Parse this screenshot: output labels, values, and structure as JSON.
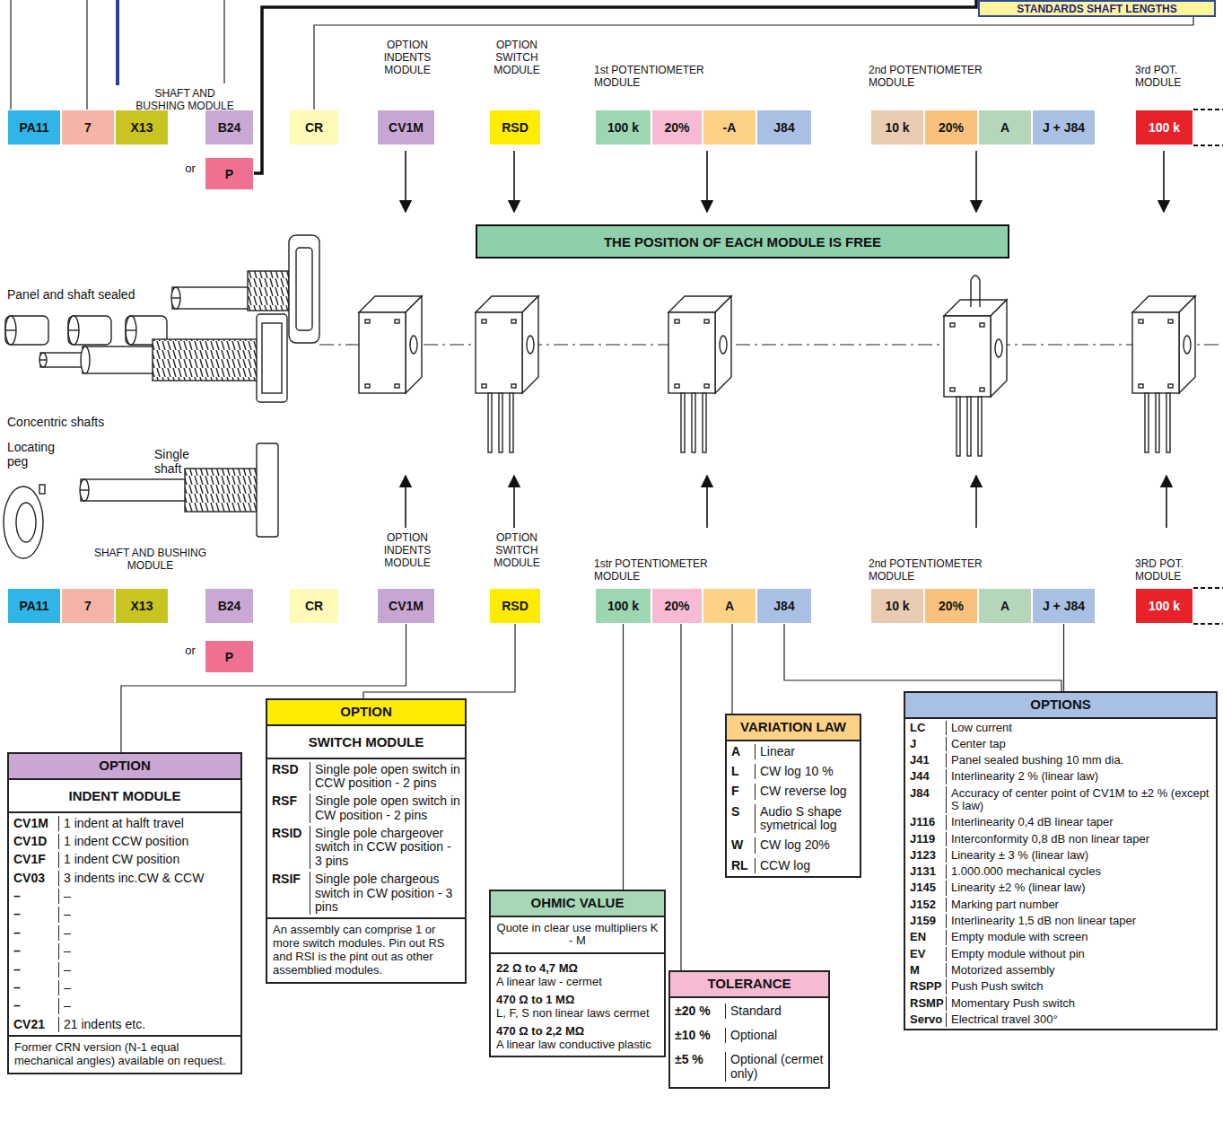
{
  "diagram": {
    "nodes": [
      {
        "text": [
          "STANDARDS SHAFT LENGTHS"
        ]
      },
      {
        "text": [
          "PA11"
        ]
      },
      {
        "text": [
          "7"
        ]
      },
      {
        "text": [
          "X13"
        ]
      },
      {
        "text": [
          "B24"
        ]
      },
      {
        "text": [
          "P"
        ]
      },
      {
        "text": [
          "CR"
        ]
      },
      {
        "text": [
          "CV1M"
        ]
      },
      {
        "text": [
          "RSD"
        ]
      },
      {
        "text": [
          "100 k"
        ]
      },
      {
        "text": [
          "20%"
        ]
      },
      {
        "text": [
          "-A"
        ]
      },
      {
        "text": [
          "J84"
        ]
      },
      {
        "text": [
          "10 k"
        ]
      },
      {
        "text": [
          "20%"
        ]
      },
      {
        "text": [
          "A"
        ]
      },
      {
        "text": [
          "J + J84"
        ]
      },
      {
        "text": [
          "100 k"
        ]
      },
      {
        "text": [
          "THE POSITION OF EACH MODULE IS FREE"
        ]
      },
      {
        "text": [
          "PA11"
        ]
      },
      {
        "text": [
          "7"
        ]
      },
      {
        "text": [
          "X13"
        ]
      },
      {
        "text": [
          "B24"
        ]
      },
      {
        "text": [
          "CR"
        ]
      },
      {
        "text": [
          "CV1M"
        ]
      },
      {
        "text": [
          "RSD"
        ]
      },
      {
        "text": [
          "100 k"
        ]
      },
      {
        "text": [
          "20%"
        ]
      },
      {
        "text": [
          "A"
        ]
      },
      {
        "text": [
          "J84"
        ]
      },
      {
        "text": [
          "10 k"
        ]
      },
      {
        "text": [
          "20%"
        ]
      },
      {
        "text": [
          "A"
        ]
      },
      {
        "text": [
          "J + J84"
        ]
      },
      {
        "text": [
          "100 k"
        ]
      },
      {
        "text": [
          "P"
        ]
      },
      {
        "text": [
          "OPTION"
        ]
      },
      {
        "text": [
          "INDENT MODULE"
        ],
        "in": 36
      },
      {
        "text": [
          "CV1M",
          "1 indent at halft travel",
          "CV1D",
          "1 indent CCW position",
          "CV1F",
          "1 indent CW position",
          "CV03",
          "3 indents inc.CW & CCW",
          "–",
          "–",
          "–",
          "–",
          "–",
          "–",
          "–",
          "–",
          "–",
          "–",
          "–",
          "–",
          "–",
          "–",
          "CV21",
          "21 indents etc."
        ],
        "in": 36
      },
      {
        "text": [
          "Former CRN version (N-1 equal mechanical angles) available on request."
        ],
        "in": 36
      },
      {
        "text": [
          "OPTION"
        ]
      },
      {
        "text": [
          "SWITCH MODULE"
        ],
        "in": 40
      },
      {
        "text": [
          "RSD",
          "Single pole open switch in CCW position - 2 pins",
          "RSF",
          "Single pole open switch in CW position - 2 pins",
          "RSID",
          "Single pole chargeover switch in CCW position - 3 pins",
          "RSIF",
          "Single pole chargeous switch in CW position - 3 pins"
        ],
        "in": 40
      },
      {
        "text": [
          "An assembly can comprise 1 or more switch modules. Pin out RS and RSI is the pint out as other assemblied modules."
        ],
        "in": 40
      },
      {
        "text": [
          "OHMIC VALUE"
        ]
      },
      {
        "text": [
          "Quote in clear use multipliers K - M"
        ],
        "in": 44
      },
      {
        "text": [
          "22 Ω to 4,7 MΩ",
          "A linear law - cermet",
          "470 Ω to 1 MΩ",
          "L, F, S non linear laws cermet",
          "470 Ω to 2,2 MΩ",
          "A linear law conductive plastic"
        ],
        "in": 44
      },
      {
        "text": [
          "TOLERANCE"
        ]
      },
      {
        "text": [
          "±20 %",
          "Standard",
          "±10 %",
          "Optional",
          "±5 %",
          "Optional (cermet only)"
        ],
        "in": 47
      },
      {
        "text": [
          "VARIATION LAW"
        ]
      },
      {
        "text": [
          "A",
          "Linear",
          "L",
          "CW log 10 %",
          "F",
          "CW reverse log",
          "S",
          "Audio S shape symetrical log",
          "W",
          "CW log 20%",
          "RL",
          "CCW log"
        ],
        "in": 49
      },
      {
        "text": [
          "OPTIONS"
        ]
      },
      {
        "text": [
          "LC",
          "Low current",
          "J",
          "Center tap",
          "J41",
          "Panel sealed bushing 10 mm dia.",
          "J44",
          "Interlinearity 2 % (linear law)",
          "J84",
          "Accuracy of center point of CV1M to ±2 % (except S law)",
          "J116",
          "Interlinearity 0,4 dB linear taper",
          "J119",
          "Interconformity 0,8 dB non linear taper",
          "J123",
          "Linearity ± 3 % (linear law)",
          "J131",
          "1.000.000 mechanical cycles",
          "J145",
          "Linearity ±2 % (linear law)",
          "J152",
          "Marking part number",
          "J159",
          "Interlinearity 1,5 dB non linear taper",
          "EN",
          "Empty module with screen",
          "EV",
          "Empty module without pin",
          "M",
          "Motorized assembly",
          "RSPP",
          "Push Push switch",
          "RSMP",
          "Momentary Push switch",
          "Servo",
          "Electrical travel 300°"
        ],
        "in": 51
      }
    ],
    "edges": [
      {
        "from": 6,
        "to": 0,
        "arrow": "none"
      },
      {
        "from": 24,
        "to": 36,
        "arrow": "none"
      },
      {
        "from": 25,
        "to": 40,
        "arrow": "none"
      },
      {
        "from": 26,
        "to": 44,
        "arrow": "none"
      },
      {
        "from": 27,
        "to": 47,
        "arrow": "none"
      },
      {
        "from": 28,
        "to": 49,
        "arrow": "none"
      },
      {
        "from": 29,
        "to": 51,
        "arrow": "none"
      },
      {
        "from": 33,
        "to": 51,
        "arrow": "none"
      }
    ],
    "labels": [
      "SHAFT AND BUSHING MODULE",
      "or",
      "OPTION INDENTS MODULE",
      "OPTION SWITCH MODULE",
      "1st POTENTIOMETER MODULE",
      "2nd POTENTIOMETER MODULE",
      "3rd POT. MODULE",
      "Panel and shaft sealed",
      "Concentric shafts",
      "Locating peg",
      "Single shaft",
      "SHAFT AND BUSHING MODULE",
      "or",
      "OPTION INDENTS MODULE",
      "OPTION SWITCH MODULE",
      "1str POTENTIOMETER MODULE",
      "2nd POTENTIOMETER MODULE",
      "3RD POT. MODULE"
    ]
  }
}
